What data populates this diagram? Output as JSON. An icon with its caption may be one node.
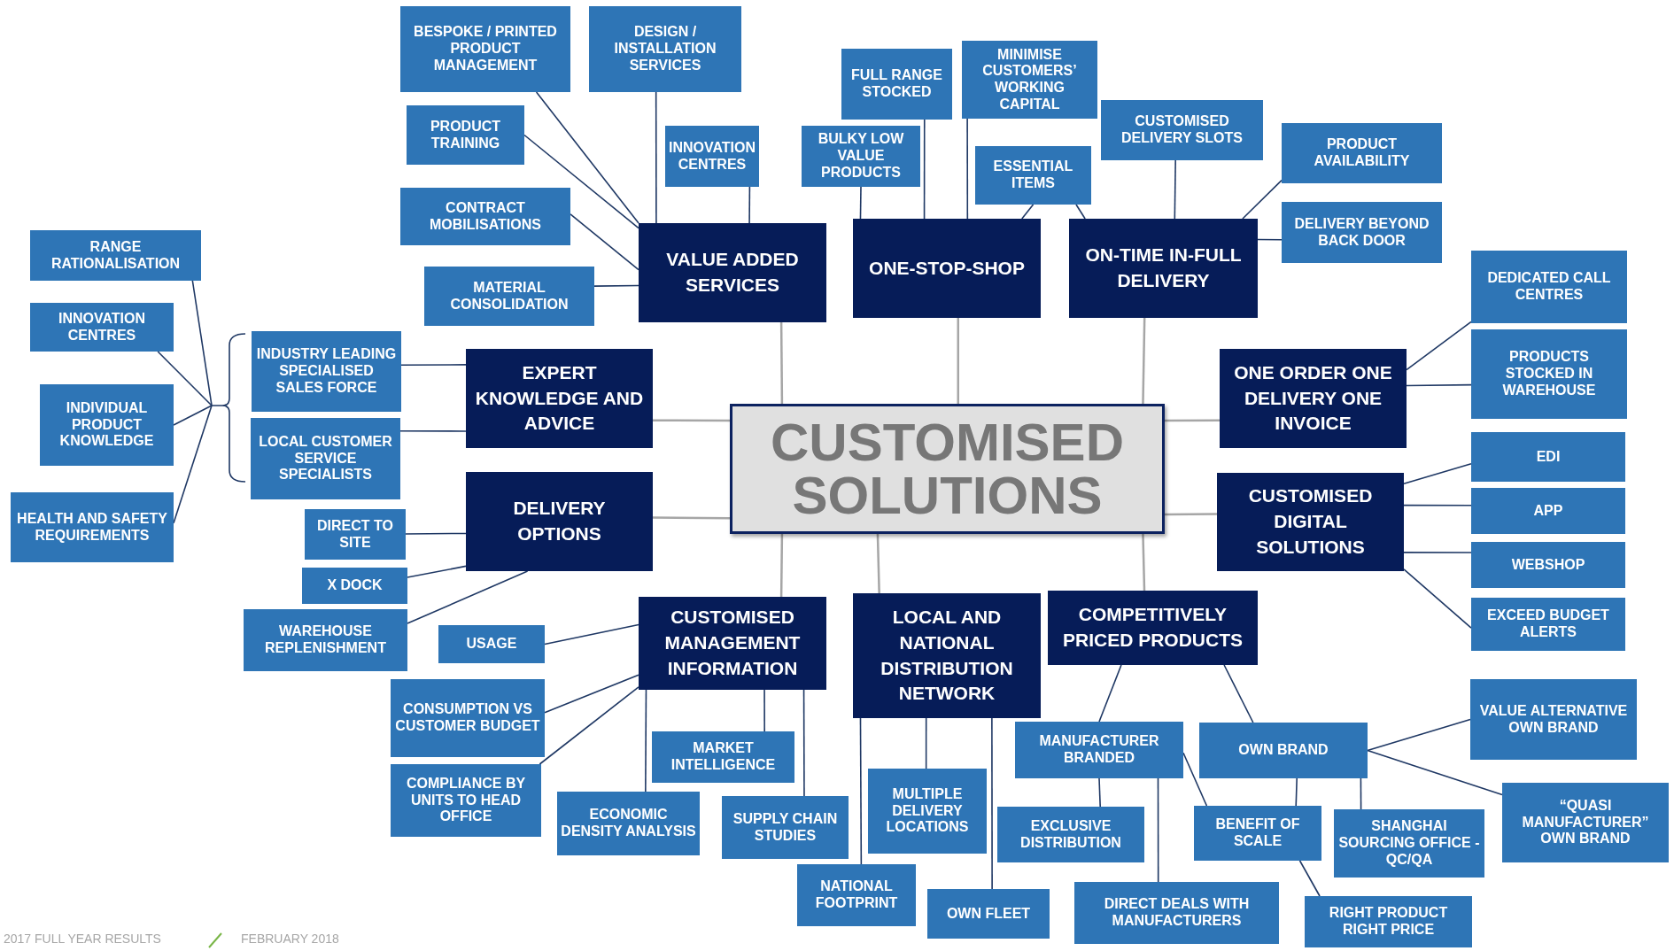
{
  "diagram": {
    "nodes": [
      {
        "text": [
          "CUSTOMISED SOLUTIONS"
        ]
      },
      {
        "text": [
          "VALUE ADDED SERVICES"
        ]
      },
      {
        "text": [
          "ONE-STOP-SHOP"
        ]
      },
      {
        "text": [
          "ON-TIME IN-FULL DELIVERY"
        ]
      },
      {
        "text": [
          "EXPERT KNOWLEDGE AND ADVICE"
        ]
      },
      {
        "text": [
          "DELIVERY OPTIONS"
        ]
      },
      {
        "text": [
          "ONE ORDER ONE DELIVERY ONE INVOICE"
        ]
      },
      {
        "text": [
          "CUSTOMISED DIGITAL SOLUTIONS"
        ]
      },
      {
        "text": [
          "CUSTOMISED MANAGEMENT INFORMATION"
        ]
      },
      {
        "text": [
          "LOCAL AND NATIONAL DISTRIBUTION NETWORK"
        ]
      },
      {
        "text": [
          "COMPETITIVELY PRICED PRODUCTS"
        ]
      },
      {
        "text": [
          "BESPOKE / PRINTED PRODUCT MANAGEMENT"
        ]
      },
      {
        "text": [
          "DESIGN / INSTALLATION SERVICES"
        ]
      },
      {
        "text": [
          "PRODUCT TRAINING"
        ]
      },
      {
        "text": [
          "INNOVATION CENTRES"
        ]
      },
      {
        "text": [
          "CONTRACT MOBILISATIONS"
        ]
      },
      {
        "text": [
          "MATERIAL CONSOLIDATION"
        ]
      },
      {
        "text": [
          "FULL RANGE STOCKED"
        ]
      },
      {
        "text": [
          "MINIMISE CUSTOMERS’ WORKING CAPITAL"
        ]
      },
      {
        "text": [
          "BULKY LOW VALUE PRODUCTS"
        ]
      },
      {
        "text": [
          "ESSENTIAL ITEMS"
        ]
      },
      {
        "text": [
          "CUSTOMISED DELIVERY SLOTS"
        ]
      },
      {
        "text": [
          "PRODUCT AVAILABILITY"
        ]
      },
      {
        "text": [
          "DELIVERY BEYOND BACK DOOR"
        ]
      },
      {
        "text": [
          "RANGE RATIONALISATION"
        ]
      },
      {
        "text": [
          "INNOVATION CENTRES"
        ]
      },
      {
        "text": [
          "INDIVIDUAL PRODUCT KNOWLEDGE"
        ]
      },
      {
        "text": [
          "HEALTH AND SAFETY REQUIREMENTS"
        ]
      },
      {
        "text": [
          "INDUSTRY LEADING SPECIALISED SALES FORCE"
        ]
      },
      {
        "text": [
          "LOCAL CUSTOMER SERVICE SPECIALISTS"
        ]
      },
      {
        "text": [
          "DIRECT TO SITE"
        ]
      },
      {
        "text": [
          "X DOCK"
        ]
      },
      {
        "text": [
          "WAREHOUSE REPLENISHMENT"
        ]
      },
      {
        "text": [
          "USAGE"
        ]
      },
      {
        "text": [
          "CONSUMPTION VS CUSTOMER BUDGET"
        ]
      },
      {
        "text": [
          "COMPLIANCE BY UNITS TO HEAD OFFICE"
        ]
      },
      {
        "text": [
          "ECONOMIC DENSITY ANALYSIS"
        ]
      },
      {
        "text": [
          "MARKET INTELLIGENCE"
        ]
      },
      {
        "text": [
          "SUPPLY CHAIN STUDIES"
        ]
      },
      {
        "text": [
          "NATIONAL FOOTPRINT"
        ]
      },
      {
        "text": [
          "MULTIPLE DELIVERY LOCATIONS"
        ]
      },
      {
        "text": [
          "OWN FLEET"
        ]
      },
      {
        "text": [
          "MANUFACTURER BRANDED"
        ]
      },
      {
        "text": [
          "EXCLUSIVE DISTRIBUTION"
        ]
      },
      {
        "text": [
          "DIRECT DEALS WITH MANUFACTURERS"
        ]
      },
      {
        "text": [
          "OWN BRAND"
        ]
      },
      {
        "text": [
          "BENEFIT OF SCALE"
        ]
      },
      {
        "text": [
          "SHANGHAI SOURCING OFFICE - QC/QA"
        ]
      },
      {
        "text": [
          "RIGHT PRODUCT RIGHT PRICE"
        ]
      },
      {
        "text": [
          "VALUE ALTERNATIVE OWN BRAND"
        ]
      },
      {
        "text": [
          "“QUASI MANUFACTURER” OWN BRAND"
        ]
      },
      {
        "text": [
          "DEDICATED CALL CENTRES"
        ]
      },
      {
        "text": [
          "PRODUCTS STOCKED IN WAREHOUSE"
        ]
      },
      {
        "text": [
          "EDI"
        ]
      },
      {
        "text": [
          "APP"
        ]
      },
      {
        "text": [
          "WEBSHOP"
        ]
      },
      {
        "text": [
          "EXCEED BUDGET ALERTS"
        ]
      },
      {
        "text": [],
        "shape": "bracket"
      }
    ],
    "edges": [
      {
        "from": 0,
        "to": 1,
        "arrow": "none",
        "color": "#a6a6a6"
      },
      {
        "from": 0,
        "to": 2,
        "arrow": "none",
        "color": "#a6a6a6"
      },
      {
        "from": 0,
        "to": 3,
        "arrow": "none",
        "color": "#a6a6a6"
      },
      {
        "from": 0,
        "to": 4,
        "arrow": "none",
        "color": "#a6a6a6"
      },
      {
        "from": 0,
        "to": 5,
        "arrow": "none",
        "color": "#a6a6a6"
      },
      {
        "from": 0,
        "to": 6,
        "arrow": "none",
        "color": "#a6a6a6"
      },
      {
        "from": 0,
        "to": 7,
        "arrow": "none",
        "color": "#a6a6a6"
      },
      {
        "from": 0,
        "to": 8,
        "arrow": "none",
        "color": "#a6a6a6"
      },
      {
        "from": 0,
        "to": 9,
        "arrow": "none",
        "color": "#a6a6a6"
      },
      {
        "from": 0,
        "to": 10,
        "arrow": "none",
        "color": "#a6a6a6"
      },
      {
        "from": 1,
        "to": 11,
        "arrow": "none"
      },
      {
        "from": 1,
        "to": 12,
        "arrow": "none"
      },
      {
        "from": 1,
        "to": 13,
        "arrow": "none"
      },
      {
        "from": 1,
        "to": 14,
        "arrow": "none"
      },
      {
        "from": 1,
        "to": 15,
        "arrow": "none"
      },
      {
        "from": 1,
        "to": 16,
        "arrow": "none"
      },
      {
        "from": 2,
        "to": 17,
        "arrow": "none"
      },
      {
        "from": 2,
        "to": 18,
        "arrow": "none"
      },
      {
        "from": 2,
        "to": 19,
        "arrow": "none"
      },
      {
        "from": 2,
        "to": 20,
        "arrow": "none"
      },
      {
        "from": 3,
        "to": 20,
        "arrow": "none"
      },
      {
        "from": 3,
        "to": 21,
        "arrow": "none"
      },
      {
        "from": 3,
        "to": 22,
        "arrow": "none"
      },
      {
        "from": 3,
        "to": 23,
        "arrow": "none"
      },
      {
        "from": 4,
        "to": 28,
        "arrow": "none"
      },
      {
        "from": 4,
        "to": 29,
        "arrow": "none"
      },
      {
        "from": 5,
        "to": 30,
        "arrow": "none"
      },
      {
        "from": 5,
        "to": 31,
        "arrow": "none"
      },
      {
        "from": 5,
        "to": 32,
        "arrow": "none"
      },
      {
        "from": 6,
        "to": 51,
        "arrow": "none"
      },
      {
        "from": 6,
        "to": 52,
        "arrow": "none"
      },
      {
        "from": 7,
        "to": 53,
        "arrow": "none"
      },
      {
        "from": 7,
        "to": 54,
        "arrow": "none"
      },
      {
        "from": 7,
        "to": 55,
        "arrow": "none"
      },
      {
        "from": 7,
        "to": 56,
        "arrow": "none"
      },
      {
        "from": 8,
        "to": 33,
        "arrow": "none"
      },
      {
        "from": 8,
        "to": 34,
        "arrow": "none"
      },
      {
        "from": 8,
        "to": 35,
        "arrow": "none"
      },
      {
        "from": 8,
        "to": 36,
        "arrow": "none"
      },
      {
        "from": 8,
        "to": 37,
        "arrow": "none"
      },
      {
        "from": 8,
        "to": 38,
        "arrow": "none"
      },
      {
        "from": 9,
        "to": 39,
        "arrow": "none"
      },
      {
        "from": 9,
        "to": 40,
        "arrow": "none"
      },
      {
        "from": 9,
        "to": 41,
        "arrow": "none"
      },
      {
        "from": 10,
        "to": 42,
        "arrow": "none"
      },
      {
        "from": 10,
        "to": 45,
        "arrow": "none"
      },
      {
        "from": 42,
        "to": 43,
        "arrow": "none"
      },
      {
        "from": 42,
        "to": 44,
        "arrow": "none"
      },
      {
        "from": 42,
        "to": 46,
        "arrow": "none"
      },
      {
        "from": 45,
        "to": 46,
        "arrow": "none"
      },
      {
        "from": 45,
        "to": 47,
        "arrow": "none"
      },
      {
        "from": 45,
        "to": 49,
        "arrow": "none"
      },
      {
        "from": 45,
        "to": 50,
        "arrow": "none"
      },
      {
        "from": 46,
        "to": 48,
        "arrow": "none"
      },
      {
        "from": 24,
        "to": 57,
        "arrow": "none"
      },
      {
        "from": 25,
        "to": 57,
        "arrow": "none"
      },
      {
        "from": 26,
        "to": 57,
        "arrow": "none"
      },
      {
        "from": 27,
        "to": 57,
        "arrow": "none"
      }
    ],
    "labels": [
      "2017 FULL YEAR RESULTS",
      "FEBRUARY 2018"
    ]
  }
}
